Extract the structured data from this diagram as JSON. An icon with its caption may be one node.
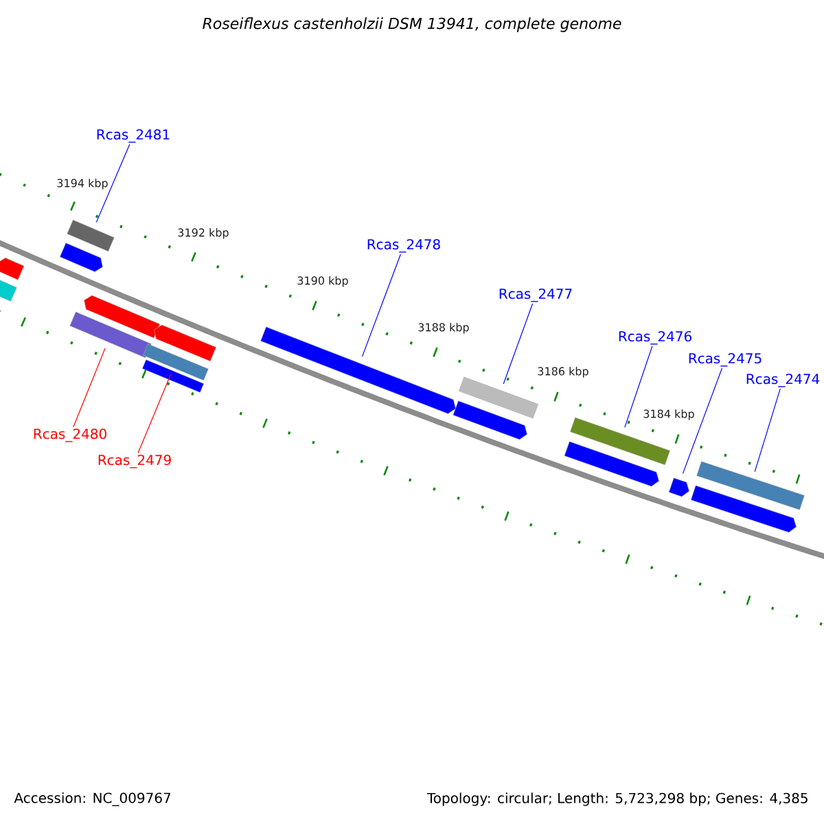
{
  "diagram": {
    "title": "Roseiflexus castenholzii DSM 13941, complete genome",
    "nodes": [
      {
        "text": [
          "Rcas_2481"
        ]
      },
      {
        "text": [
          "Rcas_2478"
        ]
      },
      {
        "text": [
          "Rcas_2477"
        ]
      },
      {
        "text": [
          "Rcas_2476"
        ]
      },
      {
        "text": [
          "Rcas_2475"
        ]
      },
      {
        "text": [
          "Rcas_2474"
        ]
      },
      {
        "text": [
          "Rcas_2480"
        ]
      },
      {
        "text": [
          "Rcas_2479"
        ]
      },
      {
        "text": [],
        "shape": "bar"
      },
      {
        "text": [],
        "shape": "bar"
      },
      {
        "text": [],
        "shape": "bar"
      },
      {
        "text": [],
        "shape": "bar"
      },
      {
        "text": [],
        "shape": "bar"
      },
      {
        "text": [],
        "shape": "bar"
      },
      {
        "text": [],
        "shape": "bar"
      },
      {
        "text": [],
        "shape": "bar"
      },
      {
        "text": [],
        "shape": "bar"
      },
      {
        "text": [],
        "shape": "bar"
      },
      {
        "text": [],
        "shape": "bar"
      },
      {
        "text": [],
        "shape": "bar"
      },
      {
        "text": [],
        "shape": "bar"
      },
      {
        "text": [],
        "shape": "bar"
      },
      {
        "text": [],
        "shape": "bar"
      },
      {
        "text": [],
        "shape": "bar"
      },
      {
        "text": [],
        "shape": "bar"
      }
    ],
    "edges": [
      {
        "from": 0,
        "to": 11,
        "arrow": "none"
      },
      {
        "from": 1,
        "to": 17,
        "arrow": "none"
      },
      {
        "from": 2,
        "to": 19,
        "arrow": "none"
      },
      {
        "from": 3,
        "to": 21,
        "arrow": "none"
      },
      {
        "from": 4,
        "to": 22,
        "arrow": "none"
      },
      {
        "from": 5,
        "to": 24,
        "arrow": "none"
      },
      {
        "from": 6,
        "to": 12,
        "arrow": "none",
        "color": "#ff0000"
      },
      {
        "from": 7,
        "to": 15,
        "arrow": "none",
        "color": "#ff0000"
      }
    ],
    "labels": [
      "3194 kbp",
      "3192 kbp",
      "3190 kbp",
      "3188 kbp",
      "3186 kbp",
      "3184 kbp",
      "Accession: NC_009767",
      "Topology: circular; Length: 5,723,298 bp; Genes: 4,385"
    ]
  }
}
